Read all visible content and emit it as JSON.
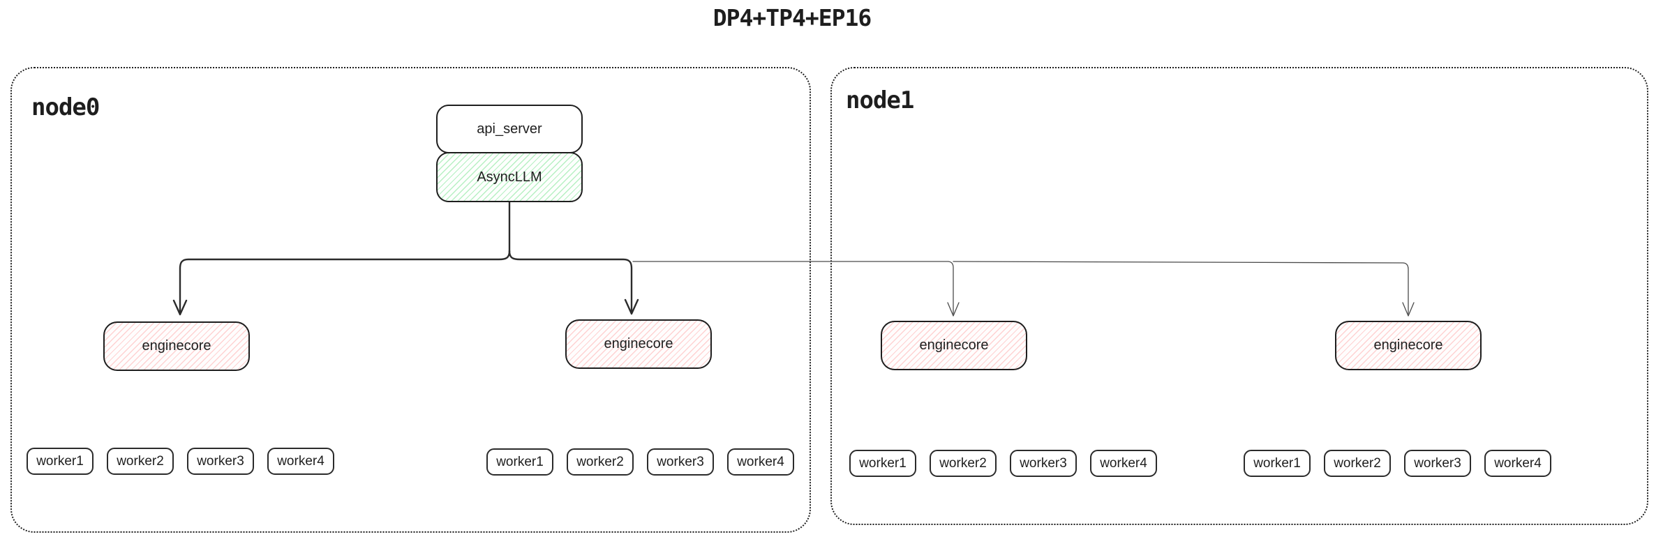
{
  "title": "DP4+TP4+EP16",
  "nodes": [
    {
      "label": "node0"
    },
    {
      "label": "node1"
    }
  ],
  "boxes": {
    "api_server": "api_server",
    "asyncllm": "AsyncLLM"
  },
  "enginecores": [
    "enginecore",
    "enginecore",
    "enginecore",
    "enginecore"
  ],
  "workers": {
    "groups": [
      {
        "items": [
          "worker1",
          "worker2",
          "worker3",
          "worker4"
        ]
      },
      {
        "items": [
          "worker1",
          "worker2",
          "worker3",
          "worker4"
        ]
      },
      {
        "items": [
          "worker1",
          "worker2",
          "worker3",
          "worker4"
        ]
      },
      {
        "items": [
          "worker1",
          "worker2",
          "worker3",
          "worker4"
        ]
      }
    ]
  },
  "colors": {
    "line": "#2b2b2b",
    "border": "#1e1e1e",
    "green_hatch": "#b7f0c3",
    "red_hatch": "#ffd2d2",
    "background": "#ffffff"
  }
}
